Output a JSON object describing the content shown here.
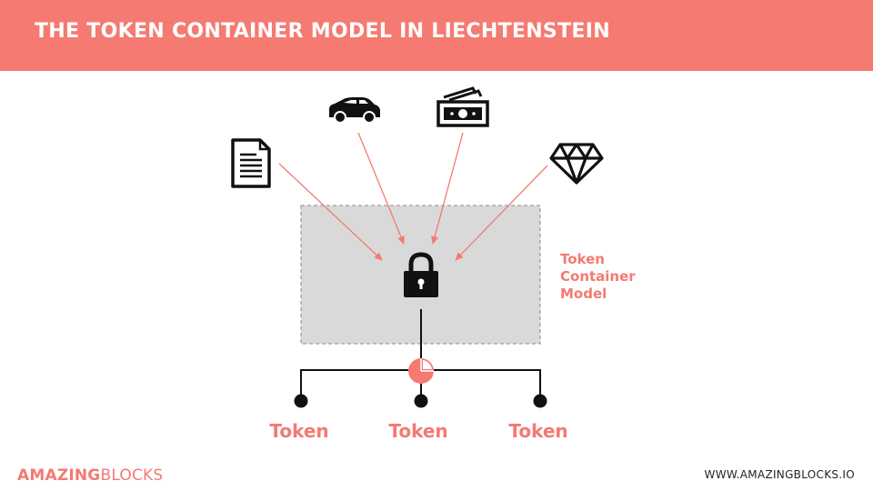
{
  "header": {
    "title": "THE TOKEN CONTAINER MODEL IN LIECHTENSTEIN"
  },
  "container": {
    "label_lines": [
      "Token",
      "Container",
      "Model"
    ]
  },
  "assets": [
    {
      "icon": "document-icon"
    },
    {
      "icon": "car-icon"
    },
    {
      "icon": "money-icon"
    },
    {
      "icon": "diamond-icon"
    }
  ],
  "center_icon": "lock-icon",
  "split_icon": "pie-chart-icon",
  "tokens": [
    {
      "label": "Token"
    },
    {
      "label": "Token"
    },
    {
      "label": "Token"
    }
  ],
  "footer": {
    "brand_part1": "AMAZING",
    "brand_part2": "BLOCKS",
    "website": "WWW.AMAZINGBLOCKS.IO"
  },
  "colors": {
    "accent": "#f47a72",
    "container_fill": "#d9d9d9",
    "icon": "#111111"
  }
}
